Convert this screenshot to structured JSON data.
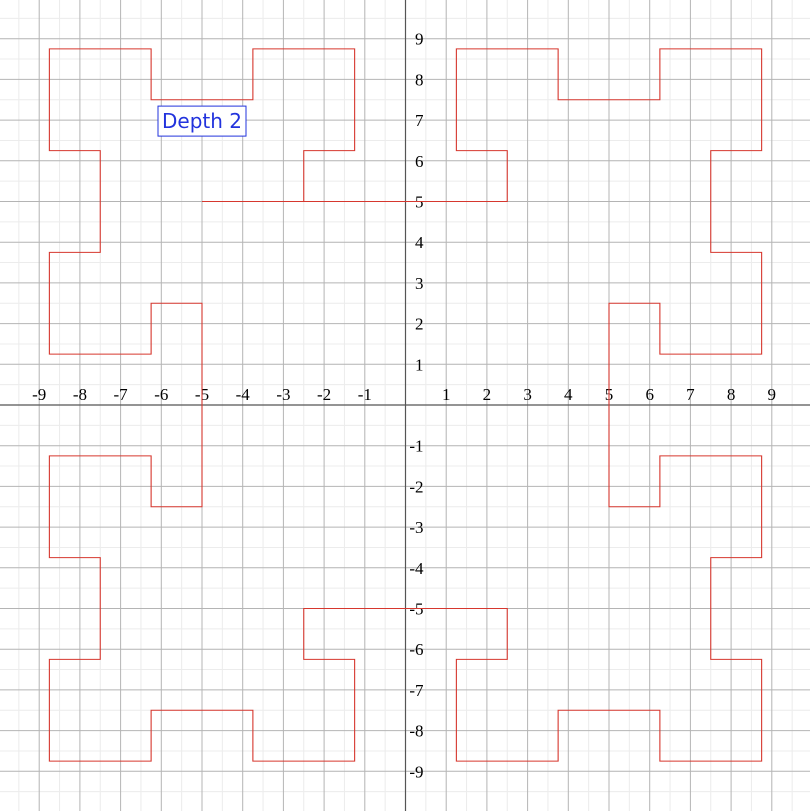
{
  "chart_data": {
    "type": "line",
    "title": "",
    "xlabel": "",
    "ylabel": "",
    "xlim": [
      -10,
      10
    ],
    "ylim": [
      -10,
      10
    ],
    "grid": true,
    "x_ticks": [
      -9,
      -8,
      -7,
      -6,
      -5,
      -4,
      -3,
      -2,
      -1,
      1,
      2,
      3,
      4,
      5,
      6,
      7,
      8,
      9
    ],
    "y_ticks": [
      9,
      8,
      7,
      6,
      5,
      4,
      3,
      2,
      1,
      -1,
      -2,
      -3,
      -4,
      -5,
      -6,
      -7,
      -8,
      -9
    ],
    "annotation": {
      "text": "Depth 2",
      "x": -5,
      "y": 7
    },
    "colors": {
      "curve": "#d6372e",
      "annotation": "#2233dd",
      "axis": "#555555"
    },
    "series": [
      {
        "points": [
          [
            -5,
            5
          ],
          [
            0,
            5
          ],
          [
            2.5,
            5
          ],
          [
            2.5,
            6.25
          ],
          [
            1.25,
            6.25
          ],
          [
            1.25,
            8.75
          ],
          [
            3.75,
            8.75
          ],
          [
            3.75,
            7.5
          ],
          [
            6.25,
            7.5
          ],
          [
            6.25,
            8.75
          ],
          [
            8.75,
            8.75
          ],
          [
            8.75,
            6.25
          ],
          [
            7.5,
            6.25
          ],
          [
            7.5,
            3.75
          ],
          [
            8.75,
            3.75
          ],
          [
            8.75,
            1.25
          ],
          [
            6.25,
            1.25
          ],
          [
            6.25,
            2.5
          ],
          [
            5,
            2.5
          ],
          [
            5,
            0
          ],
          [
            5,
            -2.5
          ],
          [
            6.25,
            -2.5
          ],
          [
            6.25,
            -1.25
          ],
          [
            8.75,
            -1.25
          ],
          [
            8.75,
            -3.75
          ],
          [
            7.5,
            -3.75
          ],
          [
            7.5,
            -6.25
          ],
          [
            8.75,
            -6.25
          ],
          [
            8.75,
            -8.75
          ],
          [
            6.25,
            -8.75
          ],
          [
            6.25,
            -7.5
          ],
          [
            3.75,
            -7.5
          ],
          [
            3.75,
            -8.75
          ],
          [
            1.25,
            -8.75
          ],
          [
            1.25,
            -6.25
          ],
          [
            2.5,
            -6.25
          ],
          [
            2.5,
            -5
          ],
          [
            0,
            -5
          ],
          [
            -2.5,
            -5
          ],
          [
            -2.5,
            -6.25
          ],
          [
            -1.25,
            -6.25
          ],
          [
            -1.25,
            -8.75
          ],
          [
            -3.75,
            -8.75
          ],
          [
            -3.75,
            -7.5
          ],
          [
            -6.25,
            -7.5
          ],
          [
            -6.25,
            -8.75
          ],
          [
            -8.75,
            -8.75
          ],
          [
            -8.75,
            -6.25
          ],
          [
            -7.5,
            -6.25
          ],
          [
            -7.5,
            -3.75
          ],
          [
            -8.75,
            -3.75
          ],
          [
            -8.75,
            -1.25
          ],
          [
            -6.25,
            -1.25
          ],
          [
            -6.25,
            -2.5
          ],
          [
            -5,
            -2.5
          ],
          [
            -5,
            0
          ],
          [
            -5,
            2.5
          ],
          [
            -6.25,
            2.5
          ],
          [
            -6.25,
            1.25
          ],
          [
            -8.75,
            1.25
          ],
          [
            -8.75,
            3.75
          ],
          [
            -7.5,
            3.75
          ],
          [
            -7.5,
            6.25
          ],
          [
            -8.75,
            6.25
          ],
          [
            -8.75,
            8.75
          ],
          [
            -6.25,
            8.75
          ],
          [
            -6.25,
            7.5
          ],
          [
            -3.75,
            7.5
          ],
          [
            -3.75,
            8.75
          ],
          [
            -1.25,
            8.75
          ],
          [
            -1.25,
            6.25
          ],
          [
            -2.5,
            6.25
          ],
          [
            -2.5,
            5
          ],
          [
            -5,
            5
          ]
        ]
      }
    ]
  }
}
